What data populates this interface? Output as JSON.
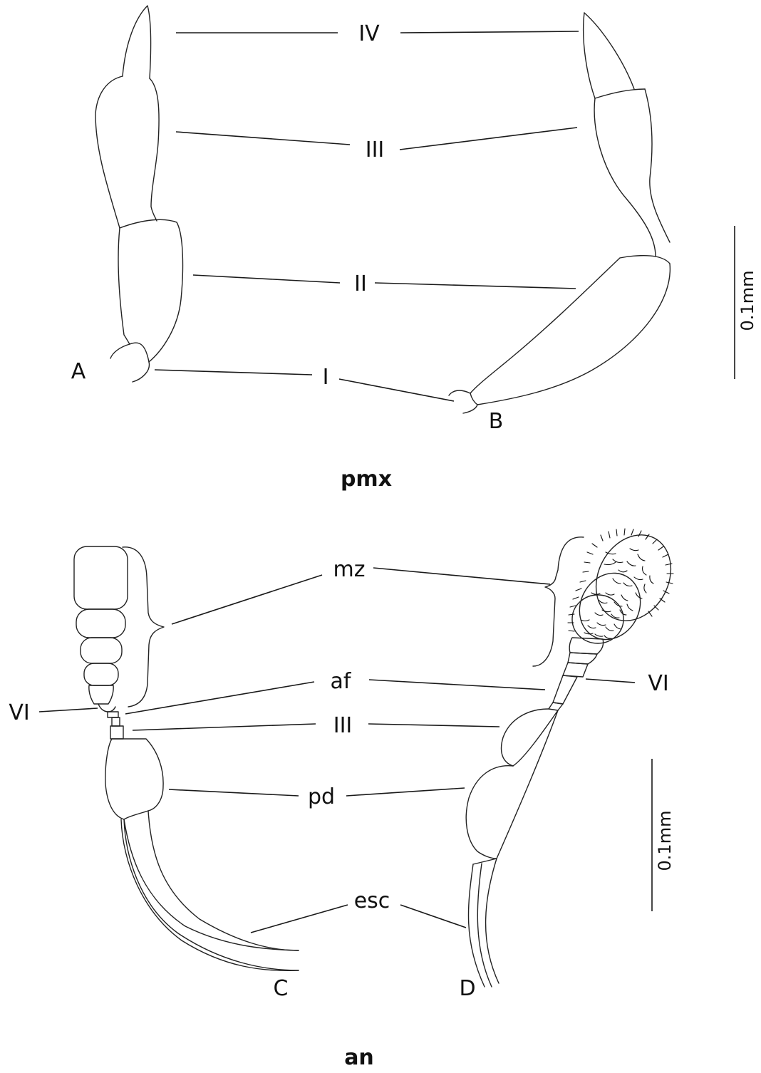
{
  "top_panel": {
    "caption": "pmx",
    "figure_labels": [
      "A",
      "B"
    ],
    "segment_labels": [
      "IV",
      "III",
      "II",
      "I"
    ],
    "scale_bar": "0.1mm"
  },
  "bottom_panel": {
    "caption": "an",
    "figure_labels": [
      "C",
      "D"
    ],
    "part_labels": {
      "mz": "mz",
      "af": "af",
      "iii": "III",
      "pd": "pd",
      "esc": "esc",
      "vi_left": "VI",
      "vi_right": "VI"
    },
    "scale_bar": "0.1mm"
  }
}
